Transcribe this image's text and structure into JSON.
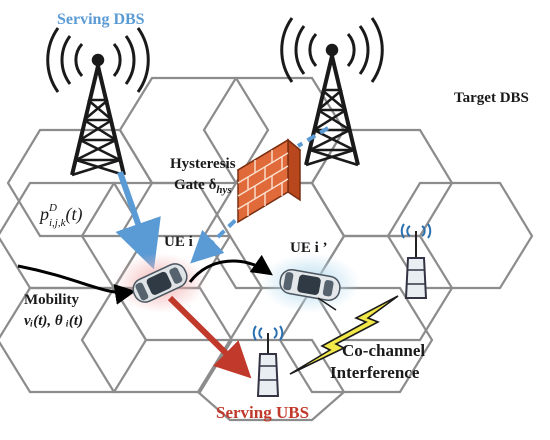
{
  "labels": {
    "serving_dbs": "Serving DBS",
    "target_dbs": "Target DBS",
    "hysteresis_line1": "Hysteresis",
    "hysteresis_line2_prefix": "Gate δ",
    "hysteresis_sub": "hys",
    "prob_base": "p",
    "prob_sup": "D",
    "prob_sub": "i,j,k",
    "prob_arg": "(t)",
    "ue_i": "UE i",
    "ue_i_prime": "UE i ’",
    "mobility_title": "Mobility",
    "mobility_vars": "vᵢ(t),  θ ᵢ(t)",
    "cochannel_line1": "Co-channel",
    "cochannel_line2": "Interference",
    "serving_ubs": "Serving UBS"
  },
  "colors": {
    "serving_dbs": "#5b9bd5",
    "serving_ubs": "#c0392b",
    "hex_stroke": "#8c8c8c",
    "tower": "#1a1a1a",
    "link_dashed": "#5b9bd5",
    "lightning": "#f2e84a",
    "ue_i_glow": "#f3b3b3",
    "ue_i_prime_glow": "#b7dcef",
    "firewall": "#e06a3a"
  },
  "icons": [
    "tower-icon",
    "firewall-icon",
    "car-icon",
    "small-antenna-icon",
    "lightning-icon"
  ]
}
